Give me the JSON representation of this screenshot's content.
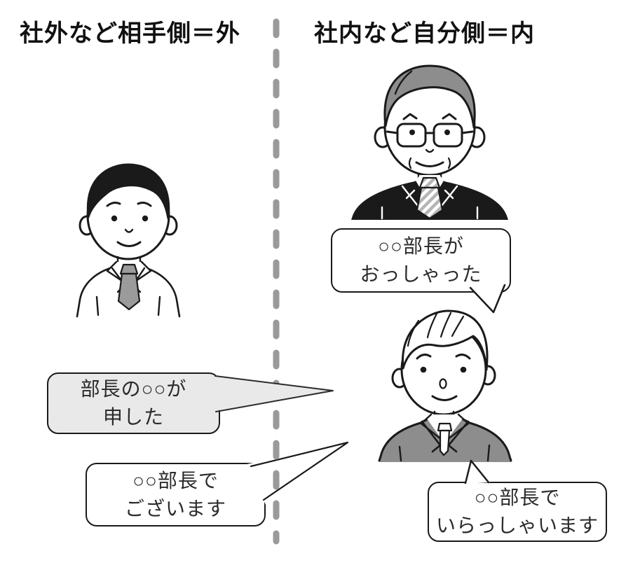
{
  "headers": {
    "left": "社外など相手側＝外",
    "right": "社内など自分側＝内"
  },
  "bubbles": {
    "boss_said": {
      "line1": "○○部長が",
      "line2": "おっしゃった"
    },
    "humble_said": {
      "line1": "部長の○○が",
      "line2": "申した"
    },
    "humble_is": {
      "line1": "○○部長で",
      "line2": "ございます"
    },
    "honorific_is": {
      "line1": "○○部長で",
      "line2": "いらっしゃいます"
    }
  },
  "illustrations": {
    "outside_person": "man-black-hair-white-jacket-gray-tie",
    "boss": "older-man-gray-hair-glasses-black-suit-striped-tie",
    "self_person": "young-man-light-hair-gray-suit-white-tie"
  },
  "colors": {
    "ink": "#1a1a1a",
    "divider_gray": "#9a9a9a",
    "bubble_gray_fill": "#e9e9e9",
    "suit_gray": "#8d8d8d",
    "text": "#2b2b2b"
  }
}
